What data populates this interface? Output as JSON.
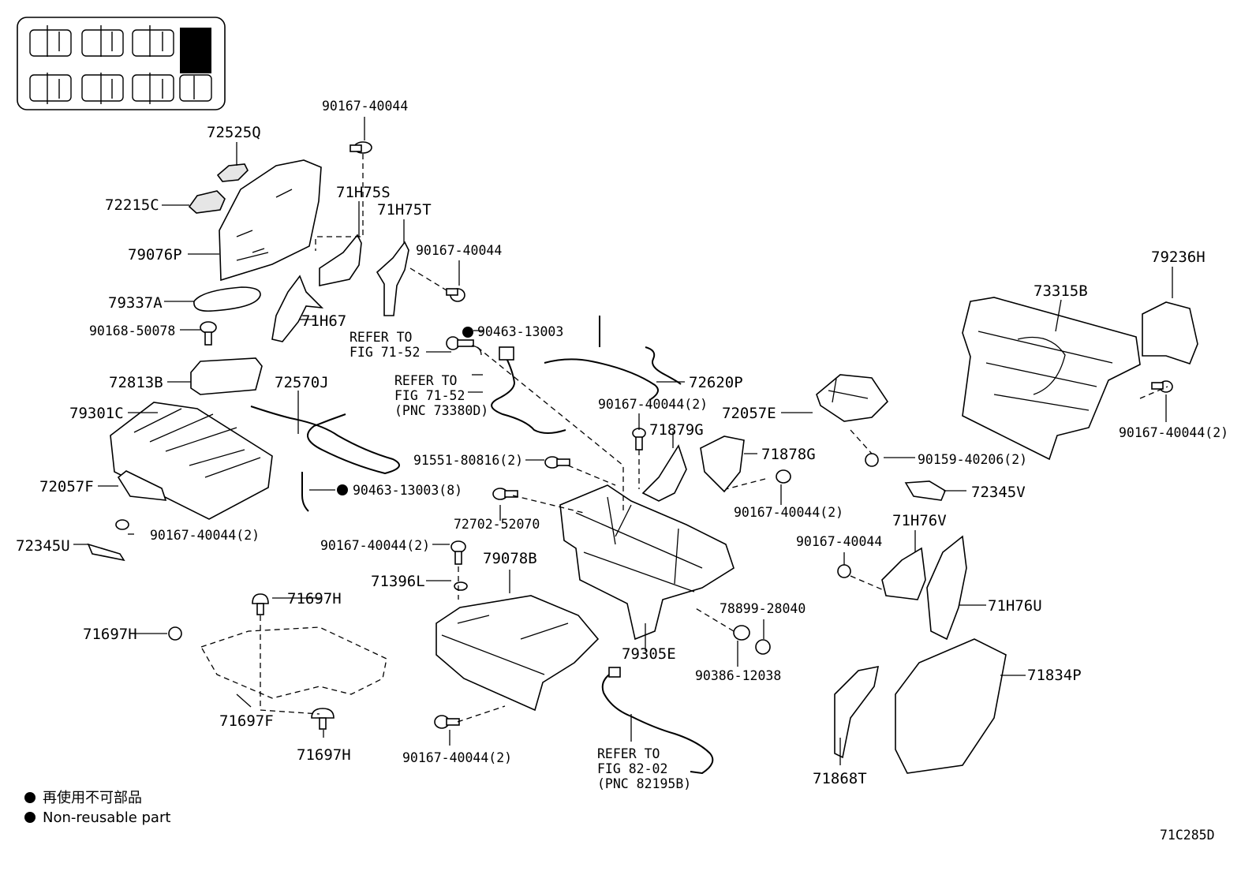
{
  "diagram_code": "71C285D",
  "legend": {
    "non_reusable_jp": "再使用不可部品",
    "non_reusable_en": "Non-reusable part"
  },
  "labels": {
    "p90167_40044_top": "90167-40044",
    "p72525Q": "72525Q",
    "p72215C": "72215C",
    "p79076P": "79076P",
    "p71H75S": "71H75S",
    "p71H75T": "71H75T",
    "p90167_40044_b": "90167-40044",
    "p79337A": "79337A",
    "p90168_50078": "90168-50078",
    "p71H67": "71H67",
    "refer_a1": "REFER TO",
    "refer_a2": "FIG 71-52",
    "p90463_13003": "90463-13003",
    "p72813B": "72813B",
    "p72570J": "72570J",
    "refer_b1": "REFER TO",
    "refer_b2": "FIG 71-52",
    "refer_b3": "(PNC 73380D)",
    "p72620P": "72620P",
    "p79301C": "79301C",
    "p90167_40044_2a": "90167-40044(2)",
    "p71879G": "71879G",
    "p72057E": "72057E",
    "p71878G": "71878G",
    "p91551_80816": "91551-80816(2)",
    "p72057F": "72057F",
    "p90463_13003_8": "90463-13003(8)",
    "p72702_52070": "72702-52070",
    "p90167_40044_2b": "90167-40044(2)",
    "p72345U": "72345U",
    "p90167_40044_2c": "90167-40044(2)",
    "p79078B": "79078B",
    "p71396L": "71396L",
    "p71697H_a": "71697H",
    "p71697H_b": "71697H",
    "p71697F": "71697F",
    "p71697H_c": "71697H",
    "p90167_40044_2d": "90167-40044(2)",
    "p79305E": "79305E",
    "p78899_28040": "78899-28040",
    "p90386_12038": "90386-12038",
    "refer_c1": "REFER TO",
    "refer_c2": "FIG 82-02",
    "refer_c3": "(PNC 82195B)",
    "p79236H": "79236H",
    "p73315B": "73315B",
    "p90167_40044_2e": "90167-40044(2)",
    "p90159_40206": "90159-40206(2)",
    "p72345V": "72345V",
    "p71H76V": "71H76V",
    "p90167_40044_c": "90167-40044",
    "p71H76U": "71H76U",
    "p71834P": "71834P",
    "p71868T": "71868T"
  }
}
